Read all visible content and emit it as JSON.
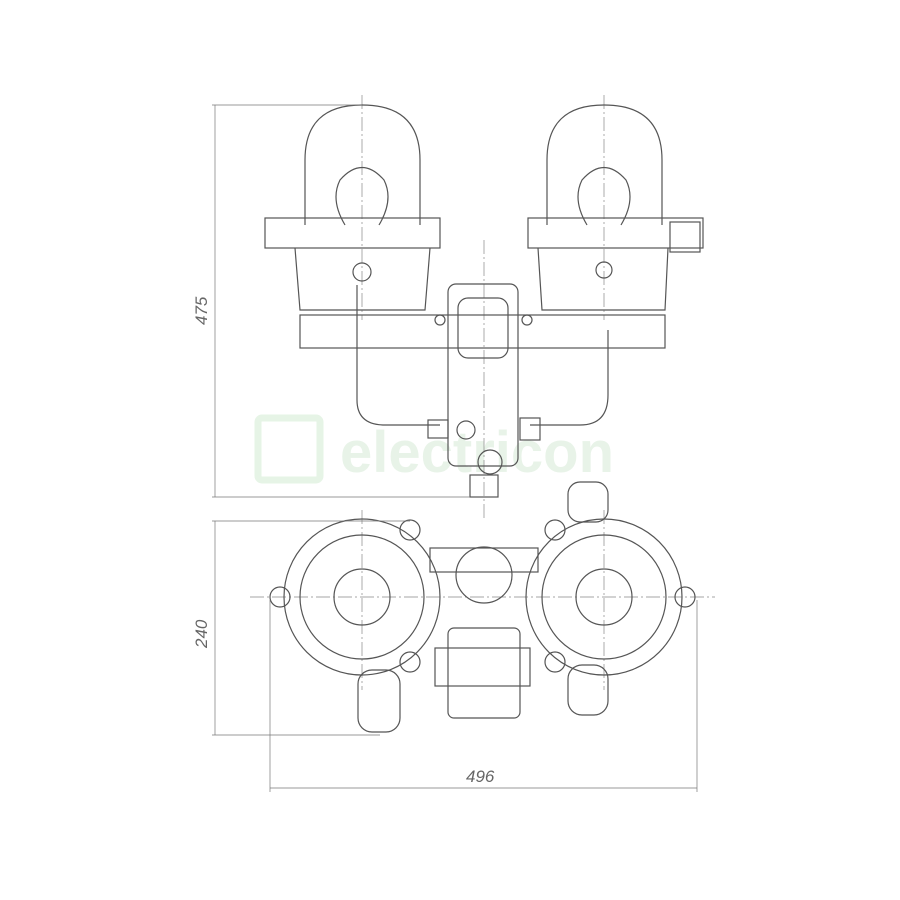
{
  "watermark": {
    "text": "electricon",
    "color": "#e6f4e6"
  },
  "dimensions": {
    "height_top": "475",
    "height_bottom": "240",
    "width": "496"
  },
  "colors": {
    "line": "#555555"
  }
}
